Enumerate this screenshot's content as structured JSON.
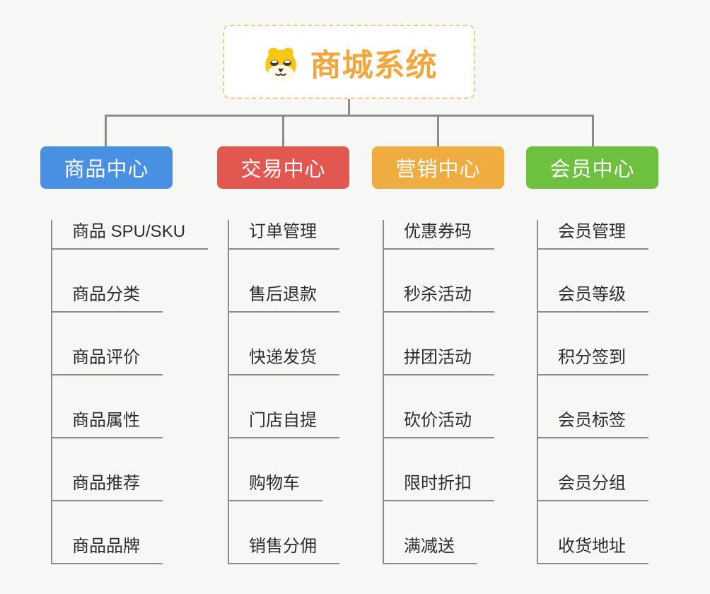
{
  "colors": {
    "background": "#f7f7f6",
    "connector": "#8c8c8c",
    "root_accent": "#f0a73e",
    "root_border": "#f3c982",
    "child_text": "#2b2d30"
  },
  "root": {
    "title": "商城系统",
    "icon": "dog-face-icon"
  },
  "branches": [
    {
      "id": "product-center",
      "label": "商品中心",
      "color": "#4a90e2",
      "children": [
        "商品 SPU/SKU",
        "商品分类",
        "商品评价",
        "商品属性",
        "商品推荐",
        "商品品牌"
      ]
    },
    {
      "id": "trade-center",
      "label": "交易中心",
      "color": "#e25850",
      "children": [
        "订单管理",
        "售后退款",
        "快递发货",
        "门店自提",
        "购物车",
        "销售分佣"
      ]
    },
    {
      "id": "marketing-center",
      "label": "营销中心",
      "color": "#efad41",
      "children": [
        "优惠券码",
        "秒杀活动",
        "拼团活动",
        "砍价活动",
        "限时折扣",
        "满减送"
      ]
    },
    {
      "id": "member-center",
      "label": "会员中心",
      "color": "#6ec13f",
      "children": [
        "会员管理",
        "会员等级",
        "积分签到",
        "会员标签",
        "会员分组",
        "收货地址"
      ]
    }
  ]
}
